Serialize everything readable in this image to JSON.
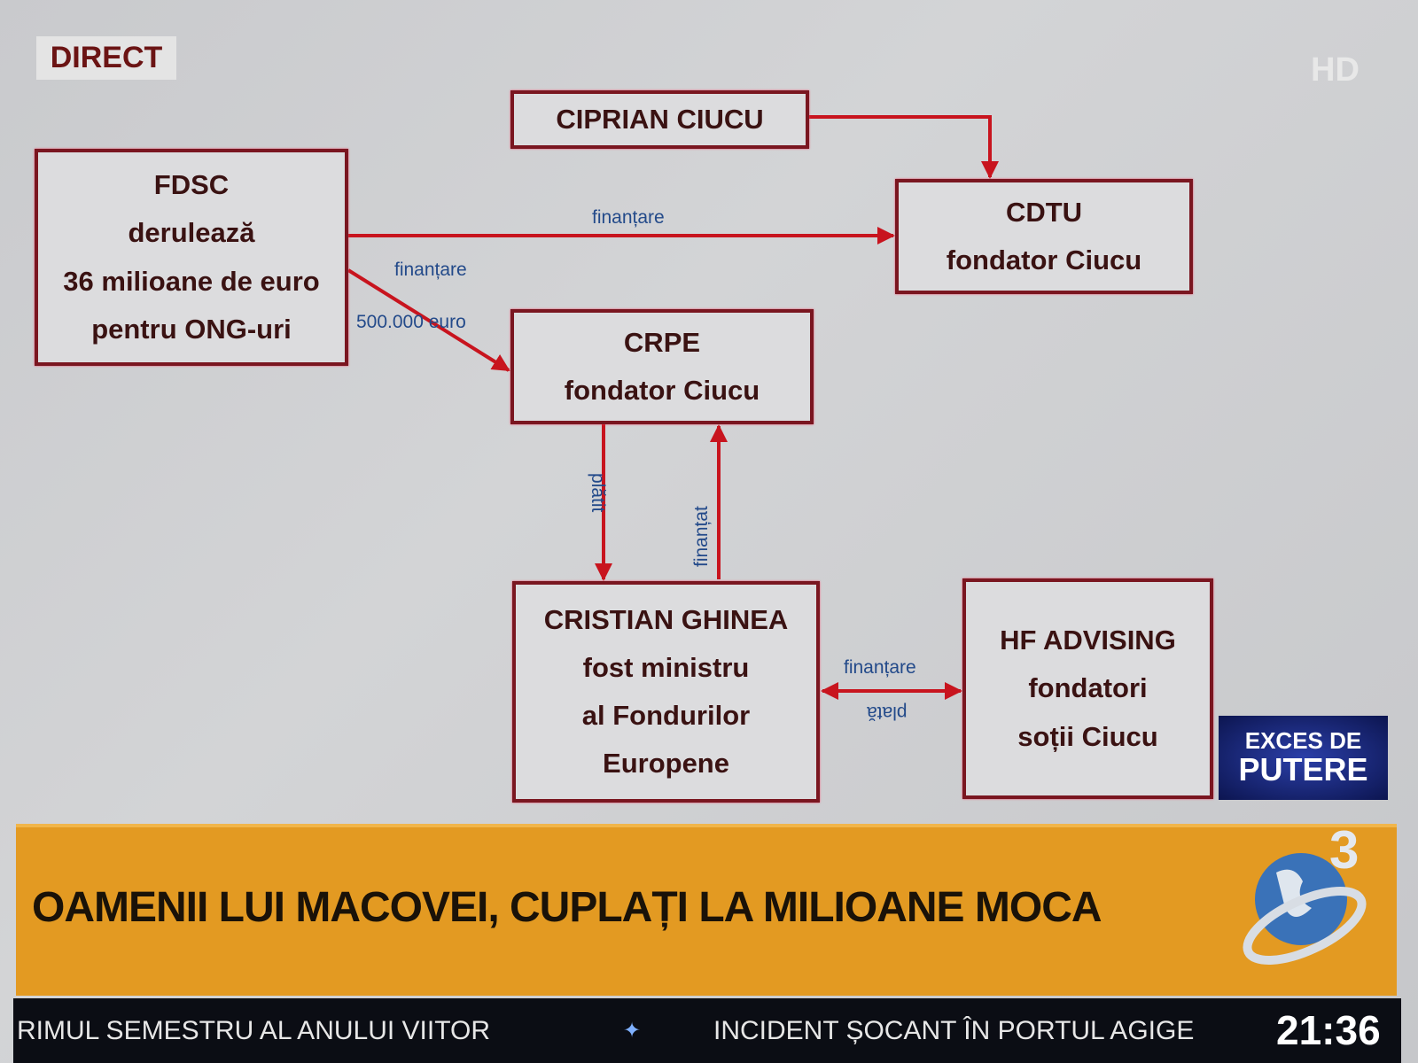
{
  "overlay": {
    "live_label": "DIRECT",
    "hd_label": "HD"
  },
  "diagram": {
    "nodes": {
      "ciprian": {
        "lines": [
          "CIPRIAN CIUCU"
        ]
      },
      "fdsc": {
        "lines": [
          "FDSC",
          "derulează",
          "36 milioane de euro",
          "pentru ONG-uri"
        ]
      },
      "cdtu": {
        "lines": [
          "CDTU",
          "fondator Ciucu"
        ]
      },
      "crpe": {
        "lines": [
          "CRPE",
          "fondator Ciucu"
        ]
      },
      "ghinea": {
        "lines": [
          "CRISTIAN GHINEA",
          "fost ministru",
          "al Fondurilor",
          "Europene"
        ]
      },
      "hf": {
        "lines": [
          "HF ADVISING",
          "fondatori",
          "soții Ciucu"
        ]
      }
    },
    "edges": {
      "fdsc_cdtu": "finanțare",
      "fdsc_crpe_1": "finanțare",
      "fdsc_crpe_2": "500.000 euro",
      "crpe_ghinea": "plătit",
      "ghinea_crpe": "finanțat",
      "ghinea_hf": "finanțare",
      "hf_ghinea": "plată"
    },
    "colors": {
      "line": "#c8141e",
      "box_border": "#7a1620",
      "label": "#234a8a"
    }
  },
  "show_badge": {
    "line1": "EXCES DE",
    "line2": "PUTERE"
  },
  "headline": "OAMENII LUI MACOVEI, CUPLAȚI LA MILIOANE MOCA",
  "channel_logo": "3",
  "ticker": {
    "item1": "RIMUL SEMESTRU AL ANULUI VIITOR",
    "item2": "INCIDENT ȘOCANT ÎN PORTUL AGIGE",
    "time": "21:36"
  }
}
